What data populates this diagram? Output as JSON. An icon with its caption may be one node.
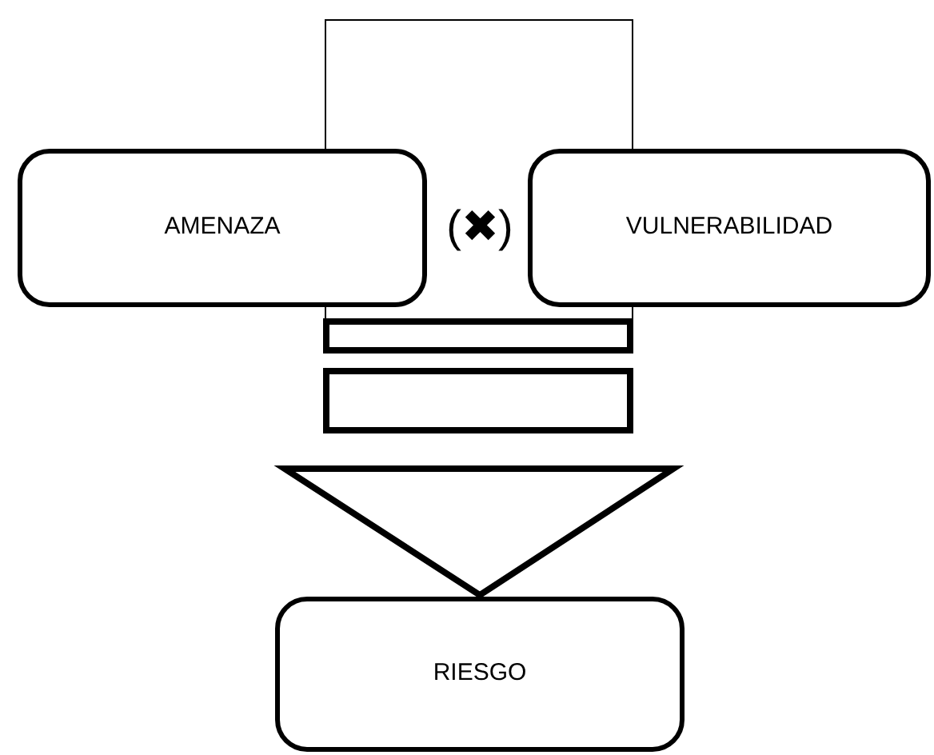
{
  "diagram": {
    "nodes": [
      {
        "text": [
          "AMENAZA"
        ]
      },
      {
        "text": [
          "VULNERABILIDAD"
        ]
      },
      {
        "text": [
          "RIESGO"
        ]
      }
    ],
    "edges": [
      {
        "from": null,
        "to": 2,
        "arrow": "to"
      }
    ],
    "labels": [
      "(✖)"
    ]
  }
}
